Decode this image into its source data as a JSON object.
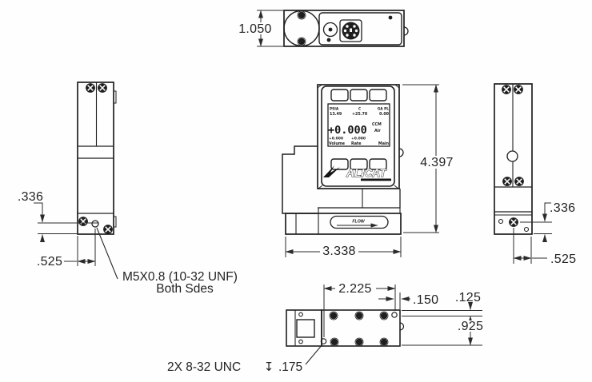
{
  "views": {
    "top": {
      "height_dim": "1.050"
    },
    "left": {
      "hole_offset_dim": ".336",
      "hole_span_dim": ".525",
      "thread_callout_line1": "M5X0.8  (10-32 UNF)",
      "thread_callout_line2": "Both Sdes"
    },
    "front": {
      "height_dim": "4.397",
      "width_dim": "3.338",
      "flow_label": "FLOW",
      "logo": "ALICAT"
    },
    "right": {
      "hole_offset_dim": ".336",
      "hole_span_dim": ".525"
    },
    "bottom": {
      "span_dim": "2.225",
      "inset_dim": ".150",
      "edge_dim": ".125",
      "body_dim": ".925",
      "thread_callout": "2X 8-32 UNC",
      "depth_symbol": "↧",
      "depth_value": ".175"
    }
  },
  "display": {
    "top_row": [
      {
        "label": "PSIA",
        "value": "13.49"
      },
      {
        "label": "C",
        "value": "+25.70"
      },
      {
        "label": "GA PL",
        "value": "0.00"
      }
    ],
    "main_value": "+0.000",
    "main_units": "CCM",
    "main_gas": "Air",
    "bottom_row": [
      {
        "value": "+0.000",
        "label": "Volume"
      },
      {
        "value": "+0.000",
        "label": "Rate"
      },
      {
        "value": "",
        "label": "Main"
      }
    ]
  },
  "colors": {
    "line": "#1f1f1f",
    "dim_line": "#2a2a2a",
    "background": "#fefefe"
  }
}
